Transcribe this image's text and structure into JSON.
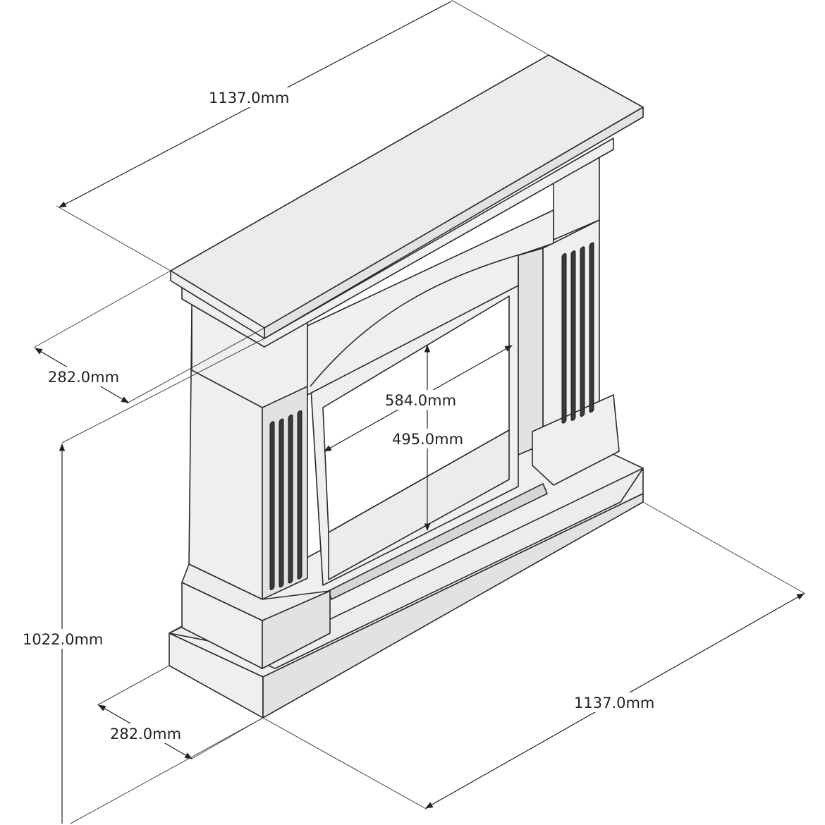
{
  "dimensions": {
    "top_width": "1137.0mm",
    "top_depth": "282.0mm",
    "height": "1022.0mm",
    "base_depth": "282.0mm",
    "base_width": "1137.0mm",
    "opening_height": "584.0mm",
    "opening_width": "495.0mm"
  },
  "colors": {
    "line": "#2a2a2a",
    "fill": "#efefef",
    "background": "#ffffff"
  }
}
